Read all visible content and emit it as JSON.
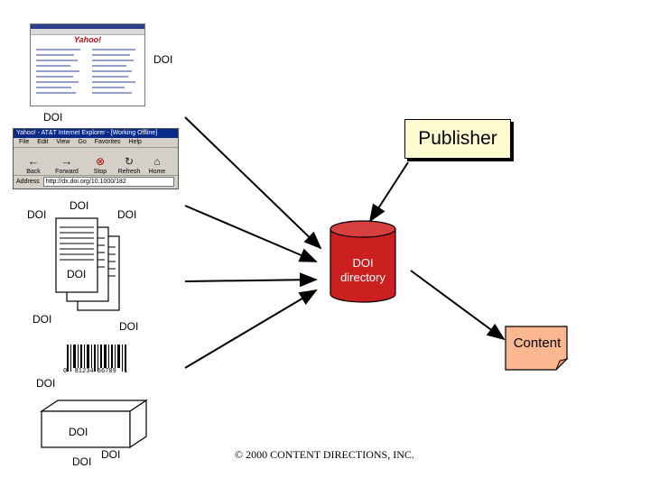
{
  "labels": {
    "doi_webpage": "DOI",
    "doi_browser": "DOI",
    "doi_left_1": "DOI",
    "doi_docs_top": "DOI",
    "doi_docs_right": "DOI",
    "doi_docs_center": "DOI",
    "doi_docs_bottom": "DOI",
    "doi_docs_bottom_right": "DOI",
    "doi_barcode": "DOI",
    "doi_box_center": "DOI",
    "doi_box_bottom_left": "DOI",
    "doi_box_bottom_right": "DOI"
  },
  "publisher": {
    "label": "Publisher"
  },
  "directory": {
    "line1": "DOI",
    "line2": "directory"
  },
  "content": {
    "label": "Content"
  },
  "copyright": "© 2000 CONTENT DIRECTIONS, INC.",
  "browser": {
    "title": "Yahoo! - AT&T Internet Explorer - [Working Offline]",
    "menu": [
      "File",
      "Edit",
      "View",
      "Go",
      "Favorites",
      "Help"
    ],
    "buttons": [
      "Back",
      "Forward",
      "Stop",
      "Refresh",
      "Home"
    ],
    "address_label": "Address",
    "address_value": "http://dx.doi.org/10.1000/182"
  },
  "webpage": {
    "logo": "Yahoo!"
  },
  "barcode": {
    "digits": "0  81234 56789  1"
  },
  "colors": {
    "publisher_fill": "#fffbd0",
    "directory_fill": "#cc1f1f",
    "content_fill": "#fbb78f",
    "browser_titlebar": "#0a2a8a"
  }
}
